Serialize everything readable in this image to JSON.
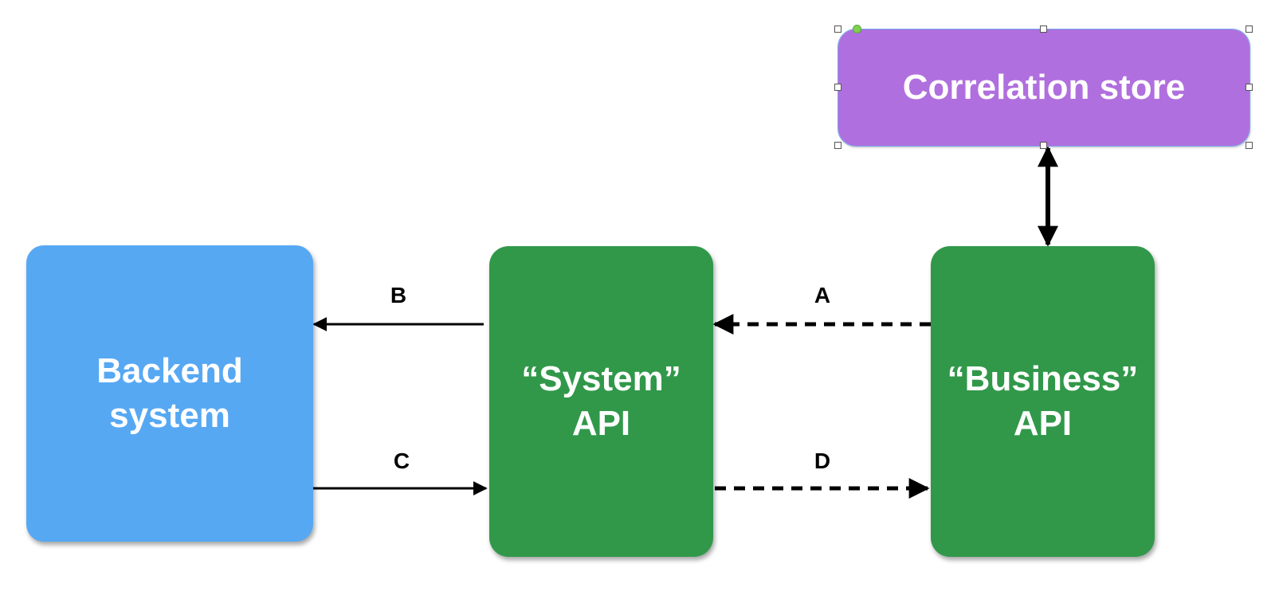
{
  "nodes": {
    "backend": {
      "label": "Backend\nsystem",
      "color": "#57a8f3"
    },
    "system_api": {
      "label": "“System”\nAPI",
      "color": "#31984a"
    },
    "business_api": {
      "label": "“Business”\nAPI",
      "color": "#31984a"
    },
    "correlation_store": {
      "label": "Correlation store",
      "color": "#b06fde",
      "selected": true
    }
  },
  "edges": [
    {
      "id": "A",
      "label": "A",
      "from": "business_api",
      "to": "system_api",
      "style": "dashed"
    },
    {
      "id": "B",
      "label": "B",
      "from": "system_api",
      "to": "backend",
      "style": "solid"
    },
    {
      "id": "C",
      "label": "C",
      "from": "backend",
      "to": "system_api",
      "style": "solid"
    },
    {
      "id": "D",
      "label": "D",
      "from": "system_api",
      "to": "business_api",
      "style": "dashed"
    },
    {
      "id": "E",
      "label": "",
      "from": "business_api",
      "to": "correlation_store",
      "style": "solid-bidirectional"
    }
  ]
}
